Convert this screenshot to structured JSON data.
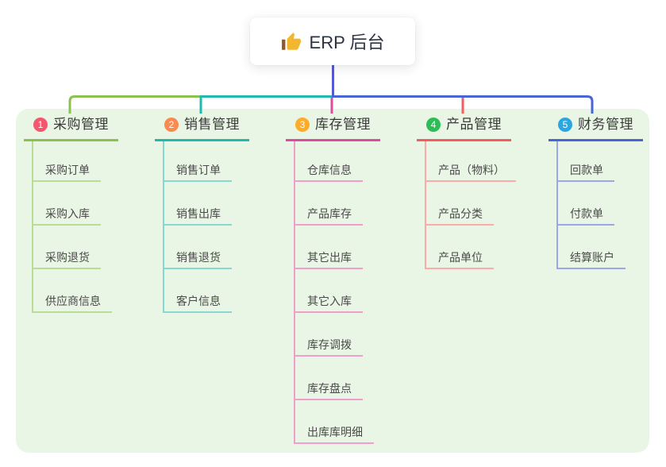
{
  "root": {
    "icon": "thumbs-up-icon",
    "label": "ERP 后台"
  },
  "colors": {
    "page_bg": "#FFFFFF",
    "panel_bg": "#EAF6E5",
    "trunk_line": "#5659CF",
    "root_text": "#2B3340",
    "title_text": "#3A3A3A",
    "child_text": "#4A4A4A",
    "thumb_icon": "#F2B72E",
    "thumb_sleeve": "#8C5A2B"
  },
  "branches": [
    {
      "badge": "1",
      "badge_color": "#F4566E",
      "line_color": "#8CC152",
      "child_line_color": "#B9DD95",
      "title": "采购管理",
      "children": [
        "采购订单",
        "采购入库",
        "采购退货",
        "供应商信息"
      ]
    },
    {
      "badge": "2",
      "badge_color": "#FB8A4F",
      "line_color": "#21B9AE",
      "child_line_color": "#86D8D1",
      "title": "销售管理",
      "children": [
        "销售订单",
        "销售出库",
        "销售退货",
        "客户信息"
      ]
    },
    {
      "badge": "3",
      "badge_color": "#FEAC27",
      "line_color": "#DD4C9E",
      "child_line_color": "#EE9FCC",
      "title": "库存管理",
      "children": [
        "仓库信息",
        "产品库存",
        "其它出库",
        "其它入库",
        "库存调拨",
        "库存盘点",
        "出库库明细"
      ]
    },
    {
      "badge": "4",
      "badge_color": "#2DBD56",
      "line_color": "#F75C5C",
      "child_line_color": "#FBABA8",
      "title": "产品管理",
      "children": [
        "产品（物料）",
        "产品分类",
        "产品单位"
      ]
    },
    {
      "badge": "5",
      "badge_color": "#2AA7E1",
      "line_color": "#4865D6",
      "child_line_color": "#9AA8E8",
      "title": "财务管理",
      "children": [
        "回款单",
        "付款单",
        "结算账户"
      ]
    }
  ]
}
